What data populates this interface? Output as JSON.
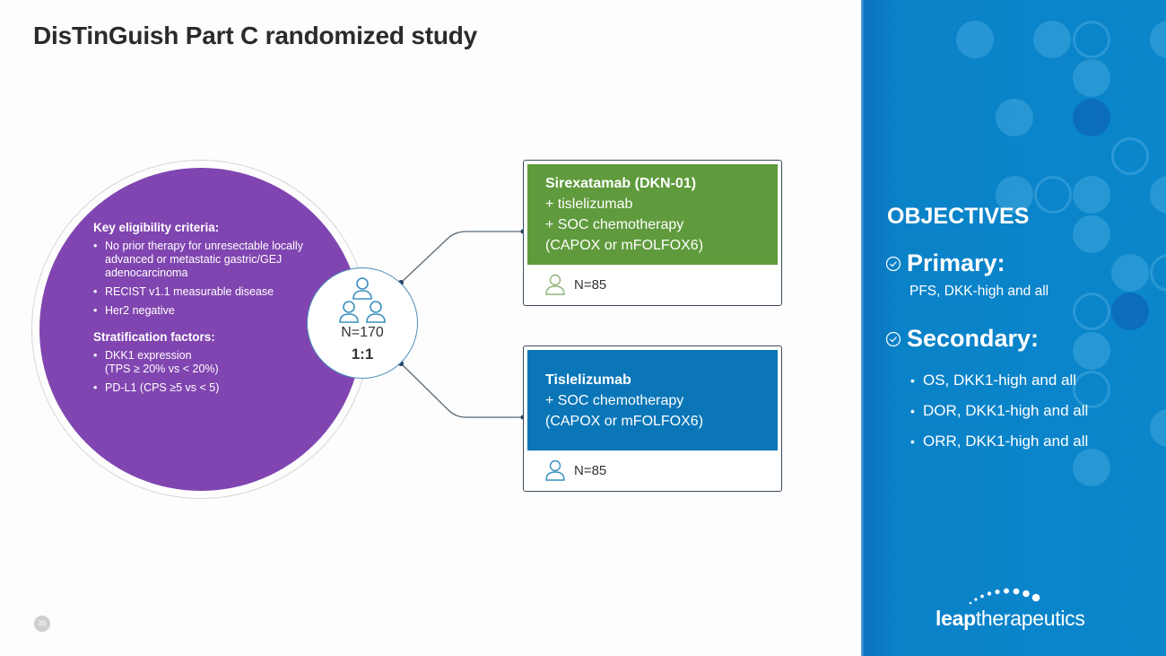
{
  "slide": {
    "title": "DisTinGuish Part C randomized study",
    "page_number": "36"
  },
  "eligibility": {
    "criteria_heading": "Key eligibility criteria:",
    "criteria": [
      "No prior therapy for unresectable locally advanced or metastatic gastric/GEJ adenocarcinoma",
      "RECIST v1.1 measurable disease",
      "Her2 negative"
    ],
    "stratification_heading": "Stratification factors:",
    "stratification": [
      {
        "line1": "DKK1 expression",
        "line2": "(TPS ≥ 20% vs < 20%)"
      },
      {
        "line1": "PD-L1 (CPS ≥5 vs < 5)",
        "line2": ""
      }
    ]
  },
  "randomization": {
    "icon": "group-of-people-icon",
    "n_label": "N=170",
    "ratio": "1:1"
  },
  "arms": [
    {
      "title": "Sirexatamab (DKN-01)",
      "lines": [
        "+ tislelizumab",
        "+ SOC chemotherapy",
        "(CAPOX or mFOLFOX6)"
      ],
      "n_label": "N=85",
      "color": "#5f9a3c",
      "icon": "person-icon"
    },
    {
      "title": "Tislelizumab",
      "lines": [
        "+ SOC chemotherapy",
        "(CAPOX or mFOLFOX6)"
      ],
      "n_label": "N=85",
      "color": "#0a76b8",
      "icon": "person-icon"
    }
  ],
  "objectives": {
    "title": "OBJECTIVES",
    "primary_label": "Primary:",
    "primary_text": "PFS, DKK-high and all",
    "secondary_label": "Secondary:",
    "secondary_items": [
      "OS, DKK1-high and all",
      "DOR, DKK1-high and all",
      "ORR, DKK1-high and all"
    ]
  },
  "brand": {
    "logo_bold": "leap",
    "logo_light": "therapeutics",
    "purple": "#8045b0",
    "panel_blue": "#0b86cb"
  }
}
